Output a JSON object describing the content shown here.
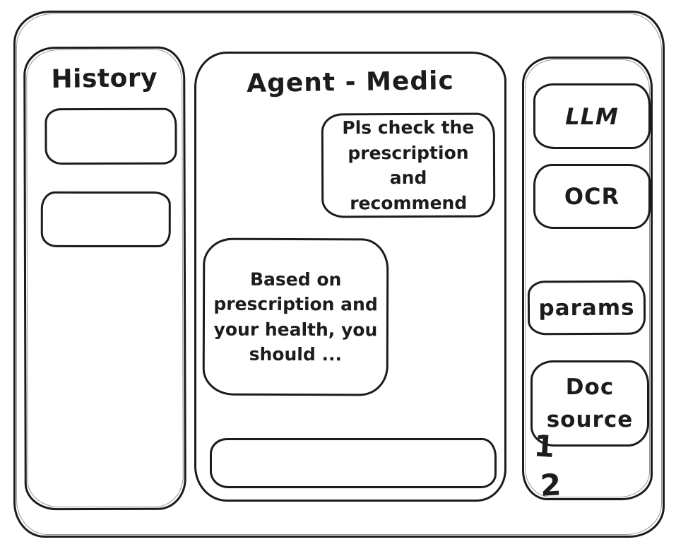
{
  "app": {
    "kind": "hand-drawn wireframe",
    "ink_color": "#1c1c1c",
    "background_color": "#ffffff"
  },
  "history": {
    "title": "History",
    "items": [
      "",
      ""
    ]
  },
  "chat": {
    "title": "Agent - Medic",
    "messages": [
      {
        "role": "user",
        "text": "Pls check the prescription and recommend"
      },
      {
        "role": "assistant",
        "text": "Based on prescription and your health, you should ..."
      }
    ],
    "input": {
      "value": "",
      "placeholder": ""
    }
  },
  "tools": {
    "llm_label": "LLM",
    "ocr_label": "OCR",
    "params_label": "params",
    "doc_source_label": "Doc source",
    "doc_list": [
      "1",
      "2"
    ]
  }
}
